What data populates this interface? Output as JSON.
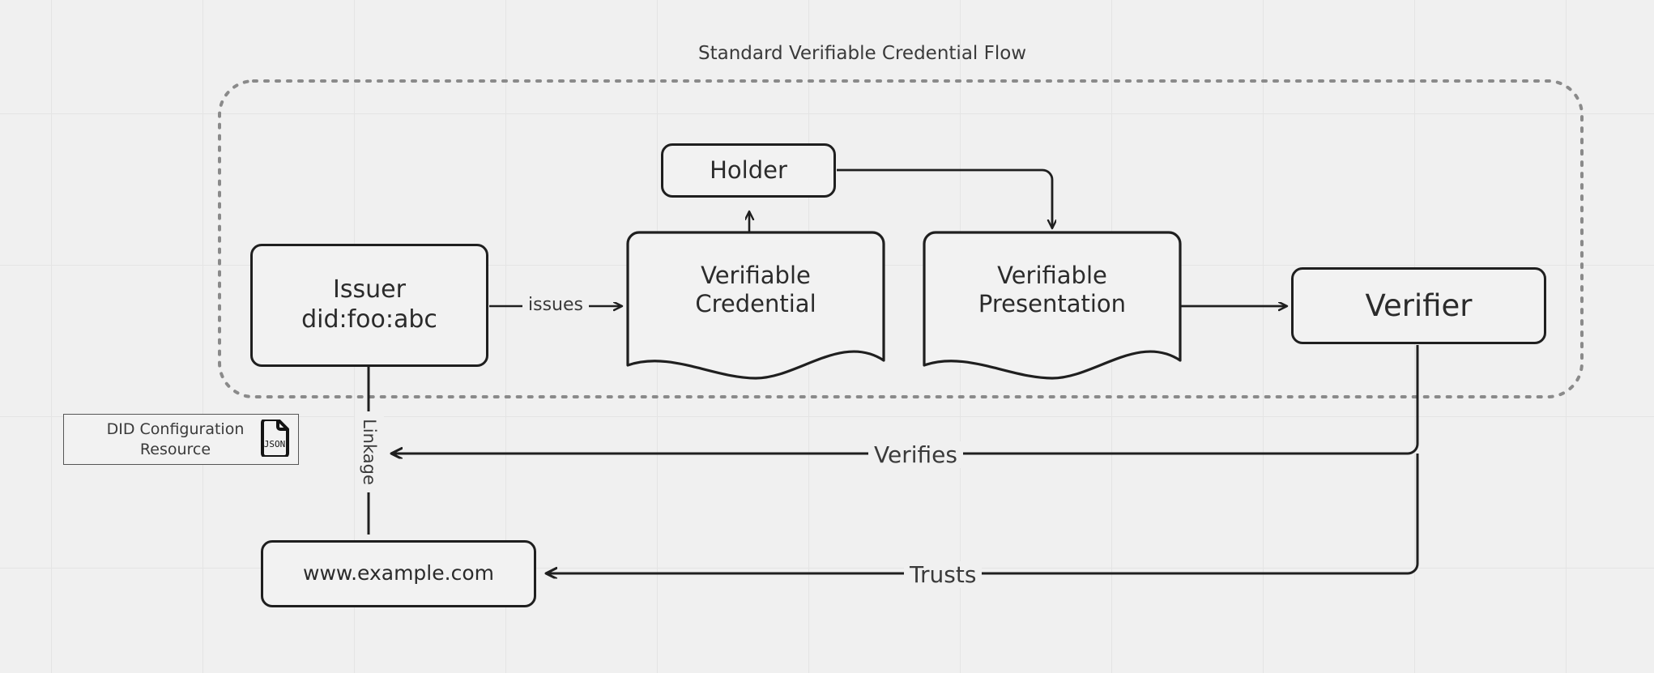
{
  "diagram": {
    "title": "Standard Verifiable Credential Flow",
    "background_color": "#f0f0f0",
    "grid_color": "#e4e4e4",
    "stroke_color": "#1f1f1f",
    "dotted_border_color": "#8a8a8a",
    "text_color": "#2b2b2b"
  },
  "nodes": {
    "issuer": {
      "line1": "Issuer",
      "line2": "did:foo:abc"
    },
    "holder": {
      "label": "Holder"
    },
    "verifiable_credential": {
      "line1": "Verifiable",
      "line2": "Credential"
    },
    "verifiable_presentation": {
      "line1": "Verifiable",
      "line2": "Presentation"
    },
    "verifier": {
      "label": "Verifier"
    },
    "did_configuration_resource": {
      "line1": "DID Configuration",
      "line2": "Resource",
      "icon": "json-file-icon",
      "icon_label": "JSON"
    },
    "domain": {
      "label": "www.example.com"
    }
  },
  "edges": {
    "issues": {
      "label": "issues"
    },
    "linkage": {
      "label": "Linkage"
    },
    "verifies": {
      "label": "Verifies"
    },
    "trusts": {
      "label": "Trusts"
    }
  }
}
